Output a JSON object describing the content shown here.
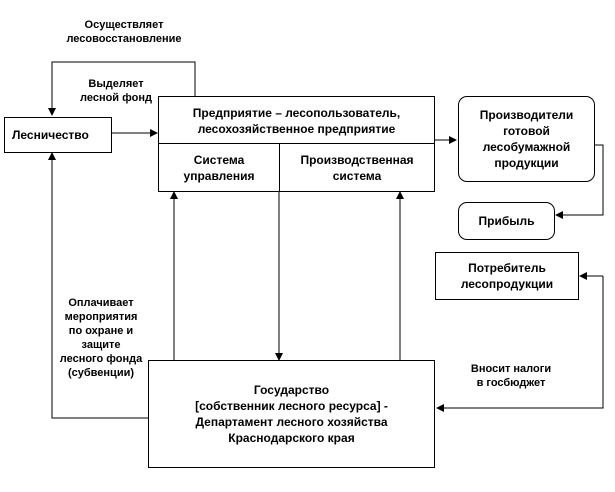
{
  "boxes": {
    "forestry": "Лесничество",
    "enterprise": "Предприятие – лесопользователь,\nлесохозяйственное предприятие",
    "management": "Система\nуправления",
    "production_system": "Производственная\nсистема",
    "producers": "Производители\nготовой\nлесобумажной\nпродукции",
    "profit": "Прибыль",
    "consumer": "Потребитель\nлесопродукции",
    "state": "Государство\n[собственник лесного ресурса] -\nДепартамент лесного хозяйства\nКраснодарского края"
  },
  "labels": {
    "reforestation": "Осуществляет\nлесовосстановление",
    "allocates": "Выделяет\nлесной фонд",
    "pays": "Оплачивает\nмероприятия\nпо охране и\nзащите\nлесного фонда\n(субвенции)",
    "taxes": "Вносит налоги\nв госбюджет"
  }
}
